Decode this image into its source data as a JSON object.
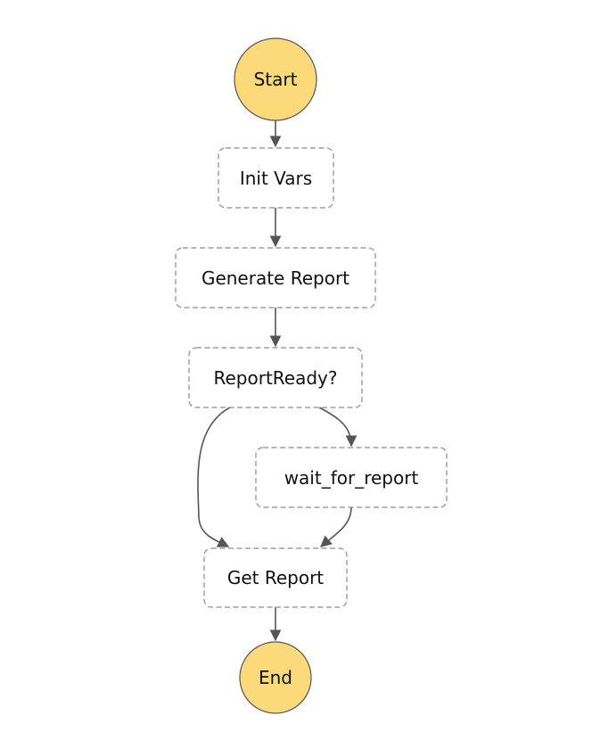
{
  "nodes": {
    "start": {
      "label": "Start"
    },
    "init_vars": {
      "label": "Init Vars"
    },
    "generate_report": {
      "label": "Generate Report"
    },
    "report_ready": {
      "label": "ReportReady?"
    },
    "wait_for_report": {
      "label": "wait_for_report"
    },
    "get_report": {
      "label": "Get Report"
    },
    "end": {
      "label": "End"
    }
  },
  "edges": [
    {
      "from": "start",
      "to": "init_vars"
    },
    {
      "from": "init_vars",
      "to": "generate_report"
    },
    {
      "from": "generate_report",
      "to": "report_ready"
    },
    {
      "from": "report_ready",
      "to": "wait_for_report"
    },
    {
      "from": "report_ready",
      "to": "get_report"
    },
    {
      "from": "wait_for_report",
      "to": "get_report"
    },
    {
      "from": "get_report",
      "to": "end"
    }
  ],
  "colors": {
    "terminal_fill": "#fcd97a",
    "edge": "#555555",
    "task_border": "#8a8a8a"
  }
}
